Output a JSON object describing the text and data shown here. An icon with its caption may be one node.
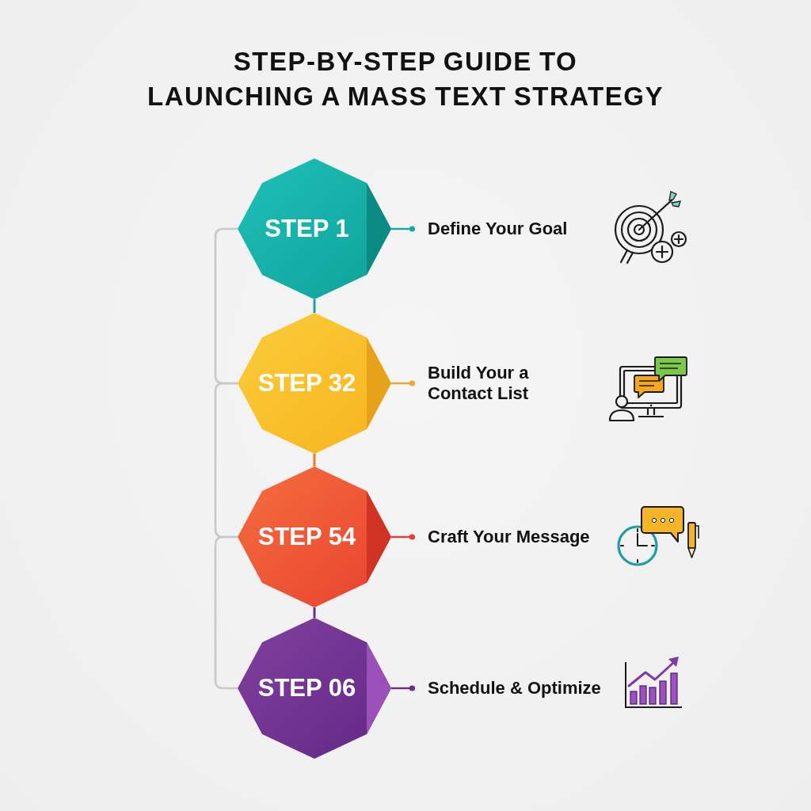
{
  "diagram": {
    "title": "STEP-BY-STEP GUIDE TO LAUNCHING A MASS TEXT STRATEGY",
    "nodes": [
      {
        "text": [
          "STEP 1"
        ]
      },
      {
        "text": [
          "STEP 32"
        ]
      },
      {
        "text": [
          "STEP 54"
        ]
      },
      {
        "text": [
          "STEP 06"
        ]
      },
      {
        "text": [
          "Define Your Goal"
        ]
      },
      {
        "text": [
          "Build Your a Contact List"
        ]
      },
      {
        "text": [
          "Craft Your Message"
        ]
      },
      {
        "text": [
          "Schedule & Optimize"
        ]
      }
    ],
    "edges": [
      {
        "from": 0,
        "to": 1,
        "arrow": "none",
        "color": "#17a8a2"
      },
      {
        "from": 1,
        "to": 2,
        "arrow": "none",
        "color": "#f07a2a"
      },
      {
        "from": 2,
        "to": 3,
        "arrow": "none",
        "color": "#6b2d8c"
      },
      {
        "from": 0,
        "to": 1,
        "arrow": "none"
      },
      {
        "from": 1,
        "to": 2,
        "arrow": "none"
      },
      {
        "from": 2,
        "to": 3,
        "arrow": "none"
      },
      {
        "from": 0,
        "to": 4,
        "arrow": "other",
        "color": "#17a8a2"
      },
      {
        "from": 1,
        "to": 5,
        "arrow": "other",
        "color": "#f2a52a"
      },
      {
        "from": 2,
        "to": 6,
        "arrow": "other",
        "color": "#e0403a"
      },
      {
        "from": 3,
        "to": 7,
        "arrow": "other",
        "color": "#6b2d8c"
      }
    ]
  }
}
